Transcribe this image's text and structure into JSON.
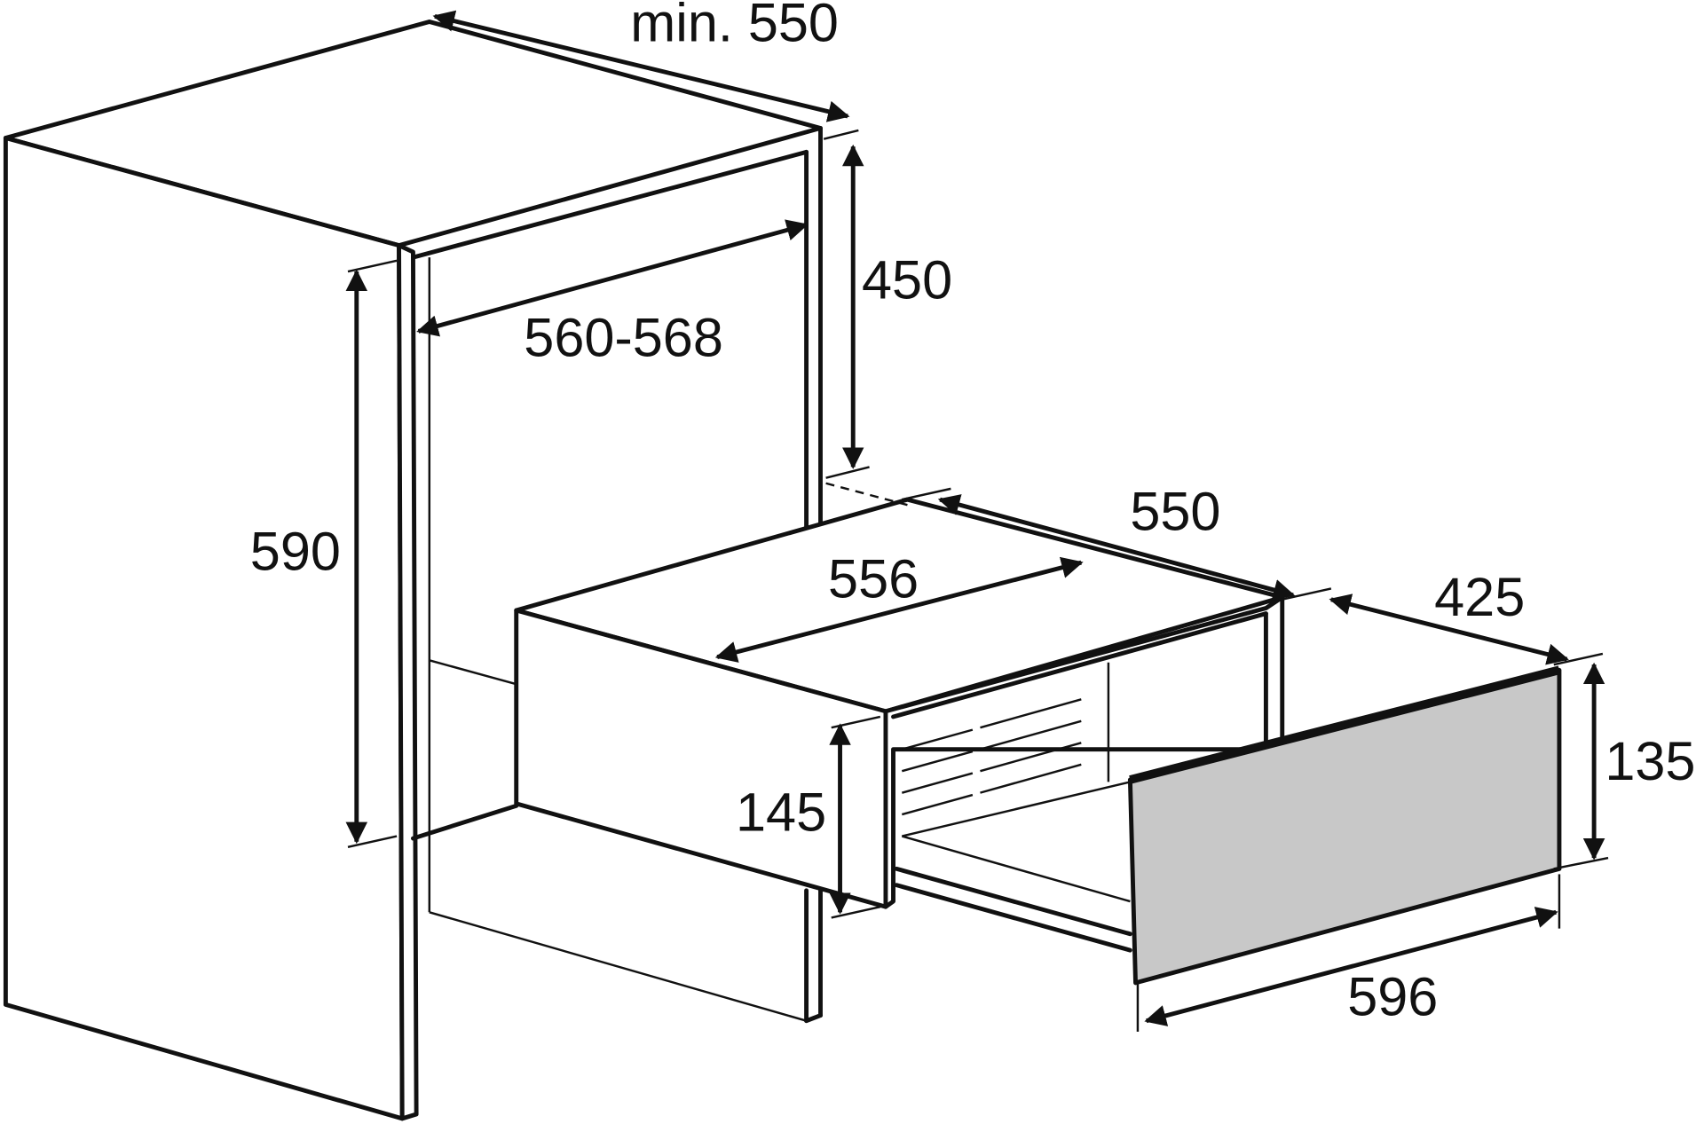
{
  "dimensions": {
    "cabinet_depth": "min. 550",
    "niche_height_upper": "450",
    "niche_width": "560-568",
    "niche_height": "590",
    "unit_depth": "550",
    "unit_width": "556",
    "drawer_extension": "425",
    "front_height": "135",
    "unit_height": "145",
    "front_width": "596"
  },
  "colors": {
    "line": "#111111",
    "front_panel": "#c8c8c8"
  }
}
